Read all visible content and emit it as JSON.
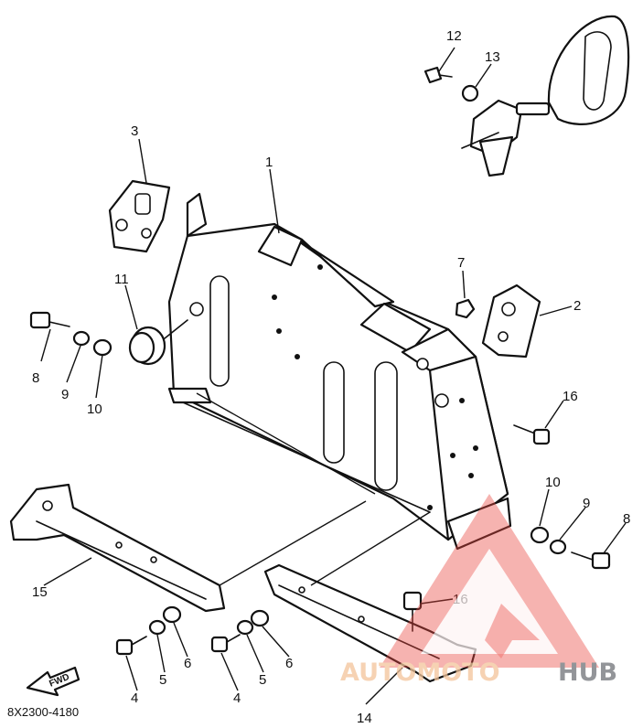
{
  "diagram": {
    "drawing_code": "8X2300-4180",
    "forward_marker": "FWD",
    "callouts": [
      "1",
      "2",
      "3",
      "4",
      "4",
      "5",
      "5",
      "6",
      "6",
      "7",
      "8",
      "8",
      "9",
      "9",
      "10",
      "10",
      "11",
      "12",
      "13",
      "14",
      "15",
      "16",
      "16"
    ]
  },
  "watermark": {
    "part_a": "AUTOMOTO",
    "part_b": "HUB",
    "color_primary": "#e9473f",
    "color_secondary": "#6f7278"
  }
}
